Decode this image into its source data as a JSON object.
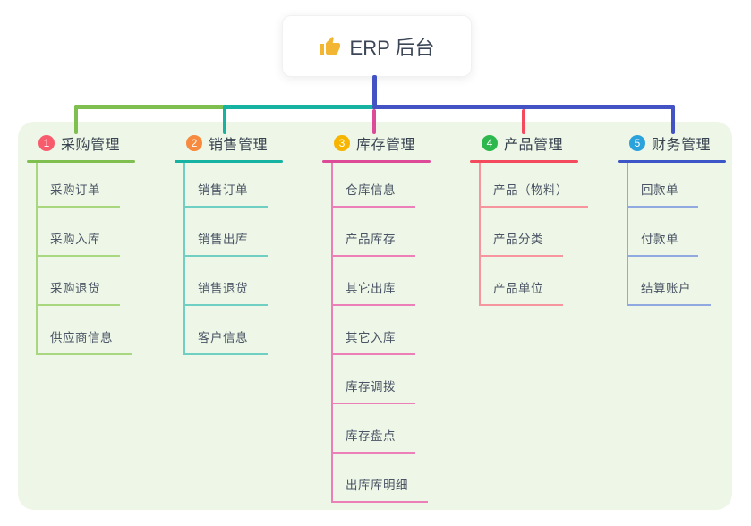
{
  "root": {
    "icon": "thumbs-up-icon",
    "label": "ERP 后台"
  },
  "colors": {
    "canvas_bg": "#ffffff",
    "panel_bg": "#edf6e7",
    "root_connector": "#4353c4",
    "root_text": "#3c4656",
    "thumb_icon": "#f2b632"
  },
  "branches": [
    {
      "number": "1",
      "label": "采购管理",
      "badge_color": "#f85b6b",
      "line_color": "#7ebf4f",
      "child_line_color": "#a9d77f",
      "children": [
        "采购订单",
        "采购入库",
        "采购退货",
        "供应商信息"
      ]
    },
    {
      "number": "2",
      "label": "销售管理",
      "badge_color": "#f78a3e",
      "line_color": "#16b2a2",
      "child_line_color": "#6fcfc2",
      "children": [
        "销售订单",
        "销售出库",
        "销售退货",
        "客户信息"
      ]
    },
    {
      "number": "3",
      "label": "库存管理",
      "badge_color": "#f7b500",
      "line_color": "#dd4a97",
      "child_line_color": "#ec7fb7",
      "children": [
        "仓库信息",
        "产品库存",
        "其它出库",
        "其它入库",
        "库存调拨",
        "库存盘点",
        "出库库明细"
      ]
    },
    {
      "number": "4",
      "label": "产品管理",
      "badge_color": "#2db84d",
      "line_color": "#f44a5e",
      "child_line_color": "#f7959f",
      "children": [
        "产品（物料）",
        "产品分类",
        "产品单位"
      ]
    },
    {
      "number": "5",
      "label": "财务管理",
      "badge_color": "#2aa2db",
      "line_color": "#3c55c7",
      "child_line_color": "#90a9e0",
      "children": [
        "回款单",
        "付款单",
        "结算账户"
      ]
    }
  ]
}
